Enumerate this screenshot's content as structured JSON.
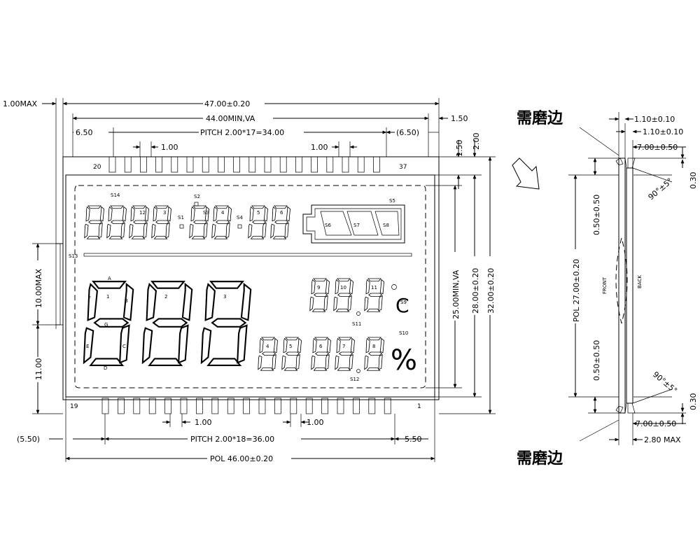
{
  "front": {
    "dims": {
      "max_top": "1.00MAX",
      "outline_width": "47.00±0.20",
      "va_width": "44.00MIN,VA",
      "left_offset": "6.50",
      "top_pitch": "PITCH 2.00*17=34.00",
      "right_offset_paren": "(6.50)",
      "right_150a": "1.50",
      "right_200": "2.00",
      "top_pin_width_left": "1.00",
      "top_pin_width_right": "1.00",
      "right_150b": "1.50",
      "va_height": "25.00MIN,VA",
      "pol_height": "28.00±0.20",
      "outline_height": "32.00±0.20",
      "left_max": "10.00MAX",
      "left_1100": "11.00",
      "bottom_left_offset": "(5.50)",
      "bottom_pin_width_left": "1.00",
      "bottom_pin_width_right": "1.00",
      "bottom_pitch": "PITCH 2.00*18=36.00",
      "bottom_right_offset": "5.50",
      "pol_width": "POL 46.00±0.20"
    },
    "pins": {
      "top_left": "20",
      "top_right": "37",
      "bottom_left": "19",
      "bottom_right": "1"
    },
    "labels": {
      "s14": "S14",
      "s2": "S2",
      "s1": "S1",
      "s3": "S3",
      "s4": "S4",
      "s5": "S5",
      "s6": "S6",
      "s7": "S7",
      "s8": "S8",
      "s9": "S9",
      "s10": "S10",
      "s11": "S11",
      "s12": "S12",
      "s13": "S13",
      "seg_a": "A",
      "seg_b": "B",
      "seg_c": "C",
      "seg_d": "D",
      "seg_e": "E",
      "seg_f": "F",
      "seg_g": "G",
      "d1": "1",
      "d2": "2",
      "d3": "3",
      "d4": "4",
      "d5": "5",
      "d6": "6",
      "d7": "7",
      "d8": "8",
      "d9": "9",
      "d10": "10",
      "d11": "11",
      "d12": "12",
      "t3": "3",
      "t4": "4",
      "t5": "5",
      "t6": "6"
    },
    "symbols": {
      "celsius": "C",
      "percent": "%"
    }
  },
  "side": {
    "note_top": "需磨边",
    "note_bottom": "需磨边",
    "dims": {
      "t110a": "1.10±0.10",
      "t110b": "1.10±0.10",
      "t700": "7.00±0.50",
      "t030": "0.30",
      "angle_top": "90°±5°",
      "v050_top": "0.50±0.50",
      "pol": "POL 27.00±0.20",
      "v050_bottom": "0.50±0.50",
      "angle_bottom": "90°±5°",
      "b030": "0.30",
      "b700": "7.00±0.50",
      "b280": "2.80 MAX"
    },
    "front_label": "FRONT",
    "back_label": "BACK"
  }
}
